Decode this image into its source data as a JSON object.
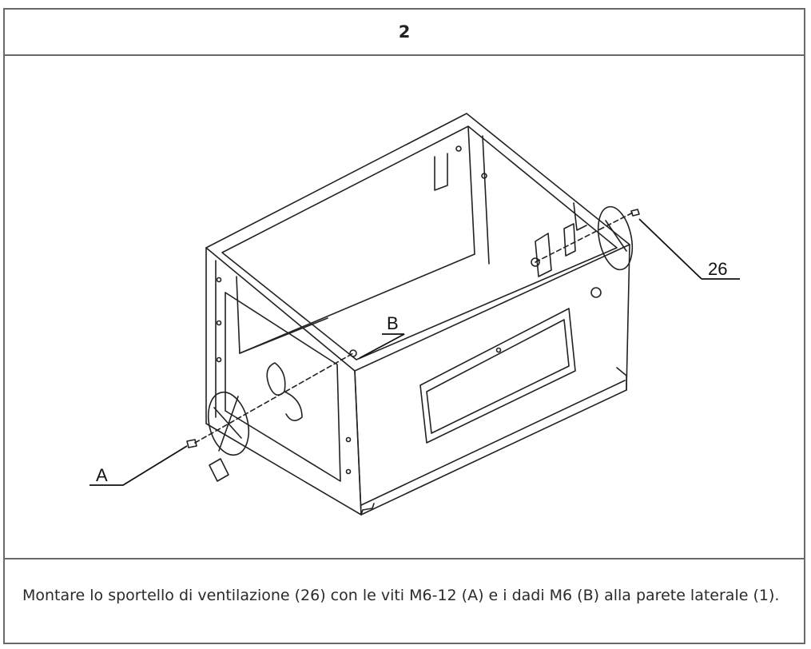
{
  "step": {
    "number": "2"
  },
  "figure": {
    "callouts": {
      "a": "A",
      "b": "B",
      "part_26": "26"
    }
  },
  "caption": {
    "text": "Montare lo sportello di ventilazione (26) con le viti M6-12 (A) e i dadi M6 (B) alla parete laterale (1)."
  }
}
